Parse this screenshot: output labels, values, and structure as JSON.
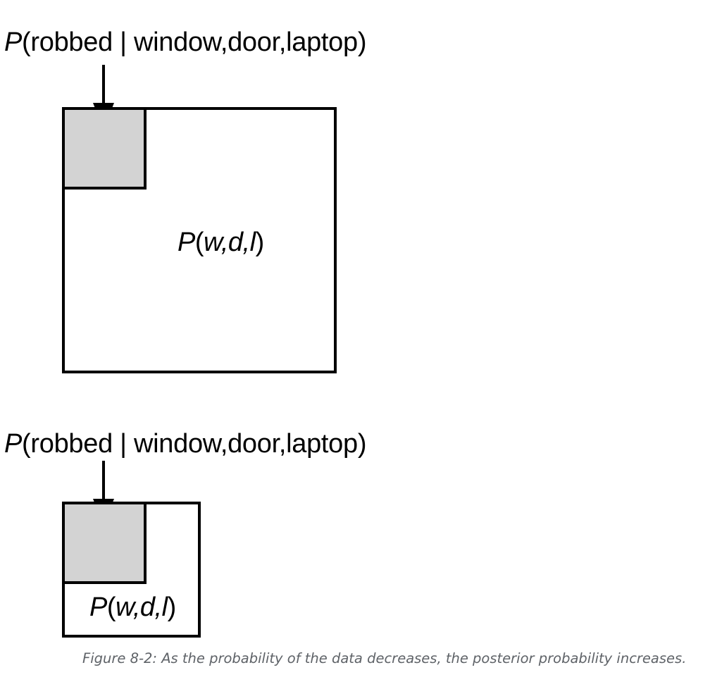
{
  "diagram": {
    "top": {
      "label_prefix": "P",
      "label_rest": "(robbed | window,door,laptop)",
      "box_prefix": "P",
      "box_open": "(",
      "box_args": "w,d,l",
      "box_close": ")"
    },
    "bottom": {
      "label_prefix": "P",
      "label_rest": "(robbed | window,door,laptop)",
      "box_prefix": "P",
      "box_open": "(",
      "box_args": "w,d,l",
      "box_close": ")"
    },
    "colors": {
      "shaded_region": "#d3d3d3",
      "outline": "#000000",
      "caption": "#5f6368"
    }
  },
  "caption": "Figure 8-2: As the probability of the data decreases, the posterior probability increases."
}
